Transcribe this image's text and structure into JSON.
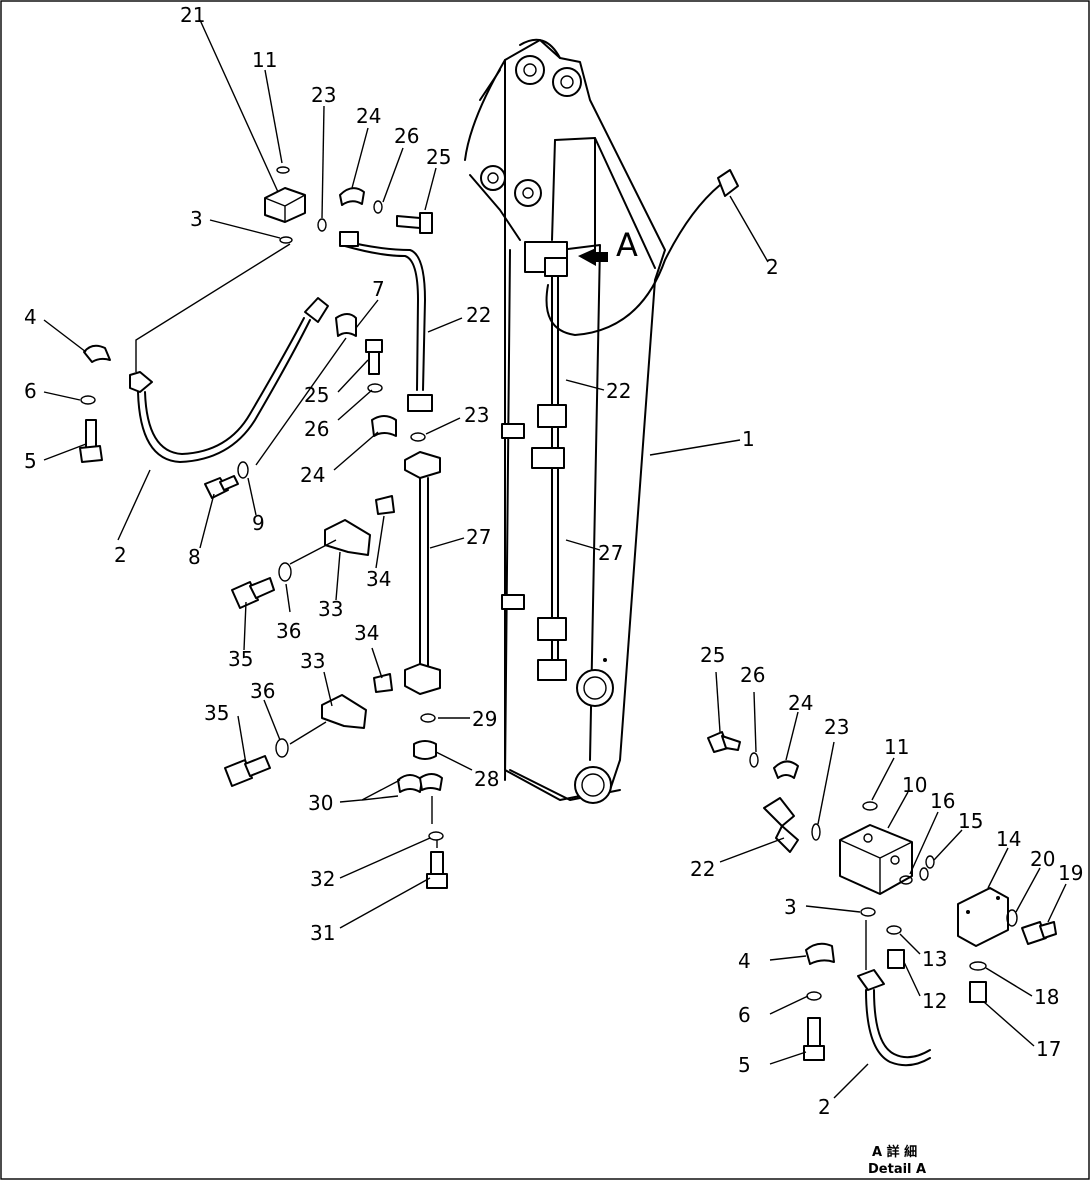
{
  "labels": {
    "n1": "1",
    "n2": "2",
    "n3": "3",
    "n4": "4",
    "n5": "5",
    "n6": "6",
    "n7": "7",
    "n8": "8",
    "n9": "9",
    "n10": "10",
    "n11": "11",
    "n12": "12",
    "n13": "13",
    "n14": "14",
    "n15": "15",
    "n16": "16",
    "n17": "17",
    "n18": "18",
    "n19": "19",
    "n20": "20",
    "n21": "21",
    "n22": "22",
    "n23": "23",
    "n24": "24",
    "n25": "25",
    "n26": "26",
    "n27": "27",
    "n28": "28",
    "n29": "29",
    "n30": "30",
    "n31": "31",
    "n32": "32",
    "n33": "33",
    "n34": "34",
    "n35": "35",
    "n36": "36"
  },
  "view_marker": "A",
  "detail_caption": {
    "japanese": "A 詳 細",
    "english": "Detail A"
  }
}
